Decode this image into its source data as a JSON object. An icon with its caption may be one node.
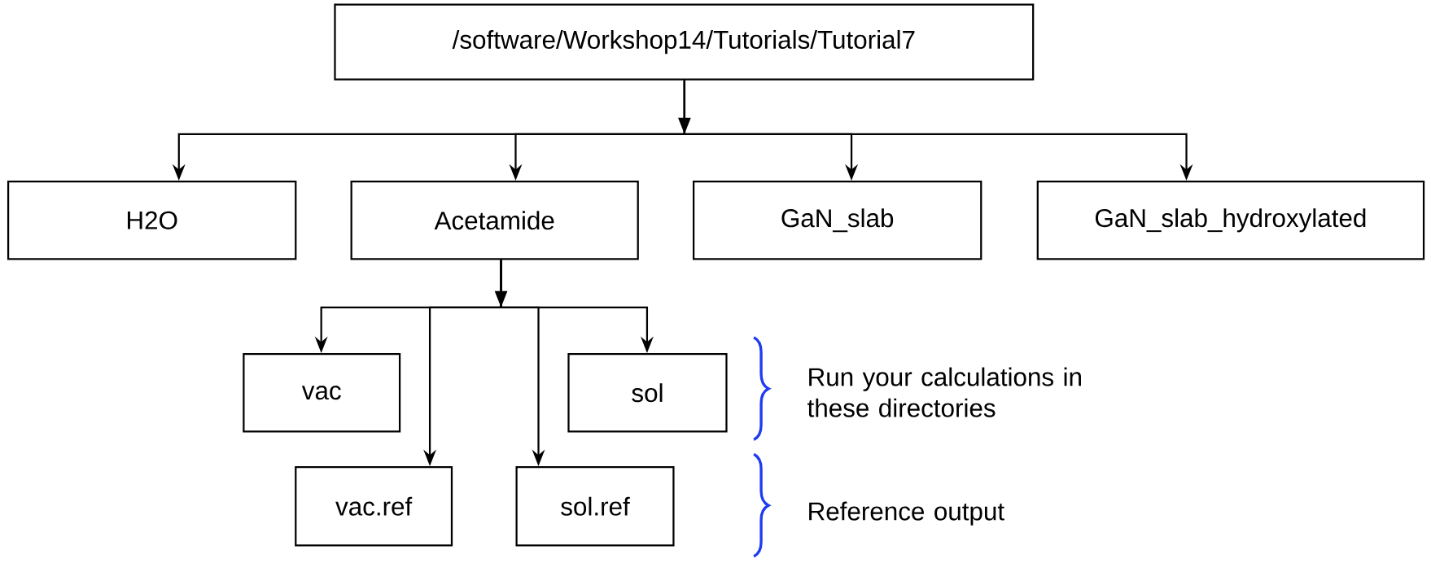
{
  "diagram": {
    "nodes": [
      {
        "text": [
          "/software/Workshop14/Tutorials/Tutorial7"
        ]
      },
      {
        "text": [
          "H2O"
        ]
      },
      {
        "text": [
          "Acetamide"
        ]
      },
      {
        "text": [
          "GaN_slab"
        ]
      },
      {
        "text": [
          "GaN_slab_hydroxylated"
        ]
      },
      {
        "text": [
          "vac"
        ]
      },
      {
        "text": [
          "vac.ref"
        ]
      },
      {
        "text": [
          "sol.ref"
        ]
      },
      {
        "text": [
          "sol"
        ]
      }
    ],
    "edges": [
      {
        "from": 0,
        "to": 1,
        "arrow": "to"
      },
      {
        "from": 0,
        "to": 2,
        "arrow": "to"
      },
      {
        "from": 0,
        "to": 3,
        "arrow": "to"
      },
      {
        "from": 0,
        "to": 4,
        "arrow": "to"
      },
      {
        "from": 2,
        "to": 5,
        "arrow": "to"
      },
      {
        "from": 2,
        "to": 6,
        "arrow": "to"
      },
      {
        "from": 2,
        "to": 7,
        "arrow": "to"
      },
      {
        "from": 2,
        "to": 8,
        "arrow": "to"
      }
    ],
    "labels": [
      "Run your calculations in these directories",
      "Reference output"
    ]
  }
}
